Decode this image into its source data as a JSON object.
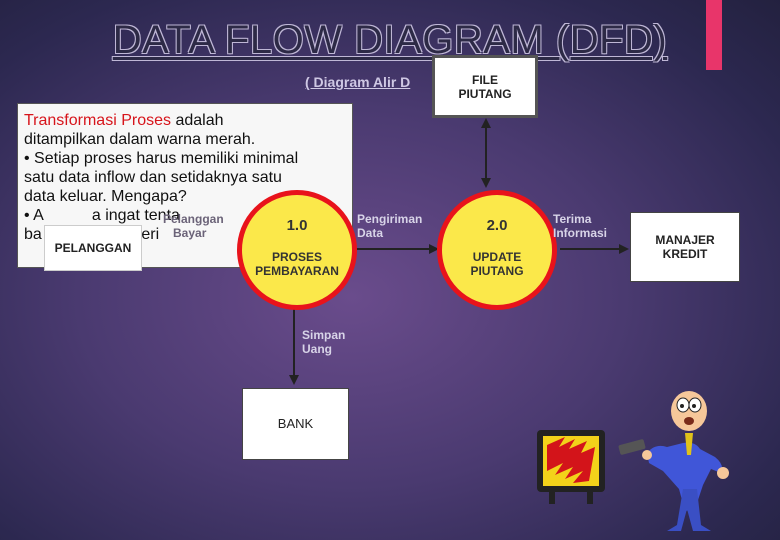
{
  "title": "DATA FLOW DIAGRAM (DFD)",
  "subtitle": "( Diagram Alir D",
  "note": {
    "highlight": "Transformasi Proses",
    "line1_rest": " adalah",
    "line2": "ditampilkan dalam warna merah.",
    "line3": "• Setiap proses harus memiliki minimal",
    "line4": "satu data inflow dan setidaknya satu",
    "line5": "data keluar. Mengapa?",
    "line6": "• A           a ingat tenta",
    "line7": "ba           ses diberi"
  },
  "entities": {
    "file_piutang": [
      "FILE",
      "PIUTANG"
    ],
    "pelanggan": "PELANGGAN",
    "manajer_kredit": [
      "MANAJER",
      "KREDIT"
    ],
    "bank": "BANK"
  },
  "processes": {
    "p1": {
      "num": "1.0",
      "label": [
        "PROSES",
        "PEMBAYARAN"
      ]
    },
    "p2": {
      "num": "2.0",
      "label": [
        "UPDATE",
        "PIUTANG"
      ]
    }
  },
  "flows": {
    "pelanggan_bayar": [
      "Pelanggan",
      "Bayar"
    ],
    "pengiriman_data": [
      "Pengiriman",
      "Data"
    ],
    "terima_informasi": [
      "Terima",
      "Informasi"
    ],
    "simpan_uang": [
      "Simpan",
      "Uang"
    ]
  },
  "colors": {
    "process_fill": "#fbe84a",
    "process_border": "#e8131b",
    "highlight_text": "#d7141b",
    "accent_bar": "#e8356a"
  }
}
